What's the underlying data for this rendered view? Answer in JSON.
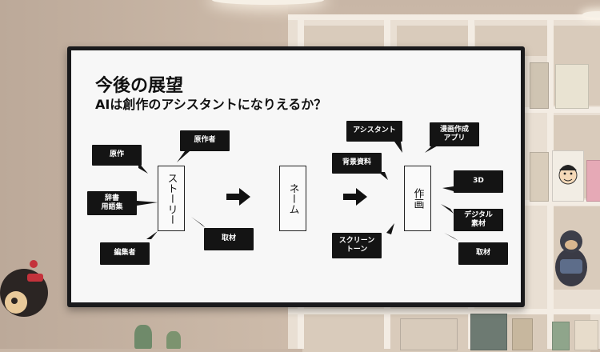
{
  "slide": {
    "title": "今後の展望",
    "subtitle": "AIは創作のアシスタントになりえるか？"
  },
  "stages": {
    "story": "ストーリー",
    "name": "ネーム",
    "drawing": "作画"
  },
  "story_inputs": {
    "original": "原作",
    "original_author": "原作者",
    "dictionary_line1": "辞書",
    "dictionary_line2": "用語集",
    "research": "取材",
    "editor": "編集者"
  },
  "drawing_inputs": {
    "assistant": "アシスタント",
    "manga_app_line1": "漫画作成",
    "manga_app_line2": "アプリ",
    "background": "背景資料",
    "three_d": "3D",
    "digital_line1": "デジタル",
    "digital_line2": "素材",
    "screentone_line1": "スクリーン",
    "screentone_line2": "トーン",
    "research": "取材"
  },
  "colors": {
    "label_bg": "#141414",
    "screen_bg": "#f7f7f7",
    "tv_bezel": "#1a1a1c"
  }
}
